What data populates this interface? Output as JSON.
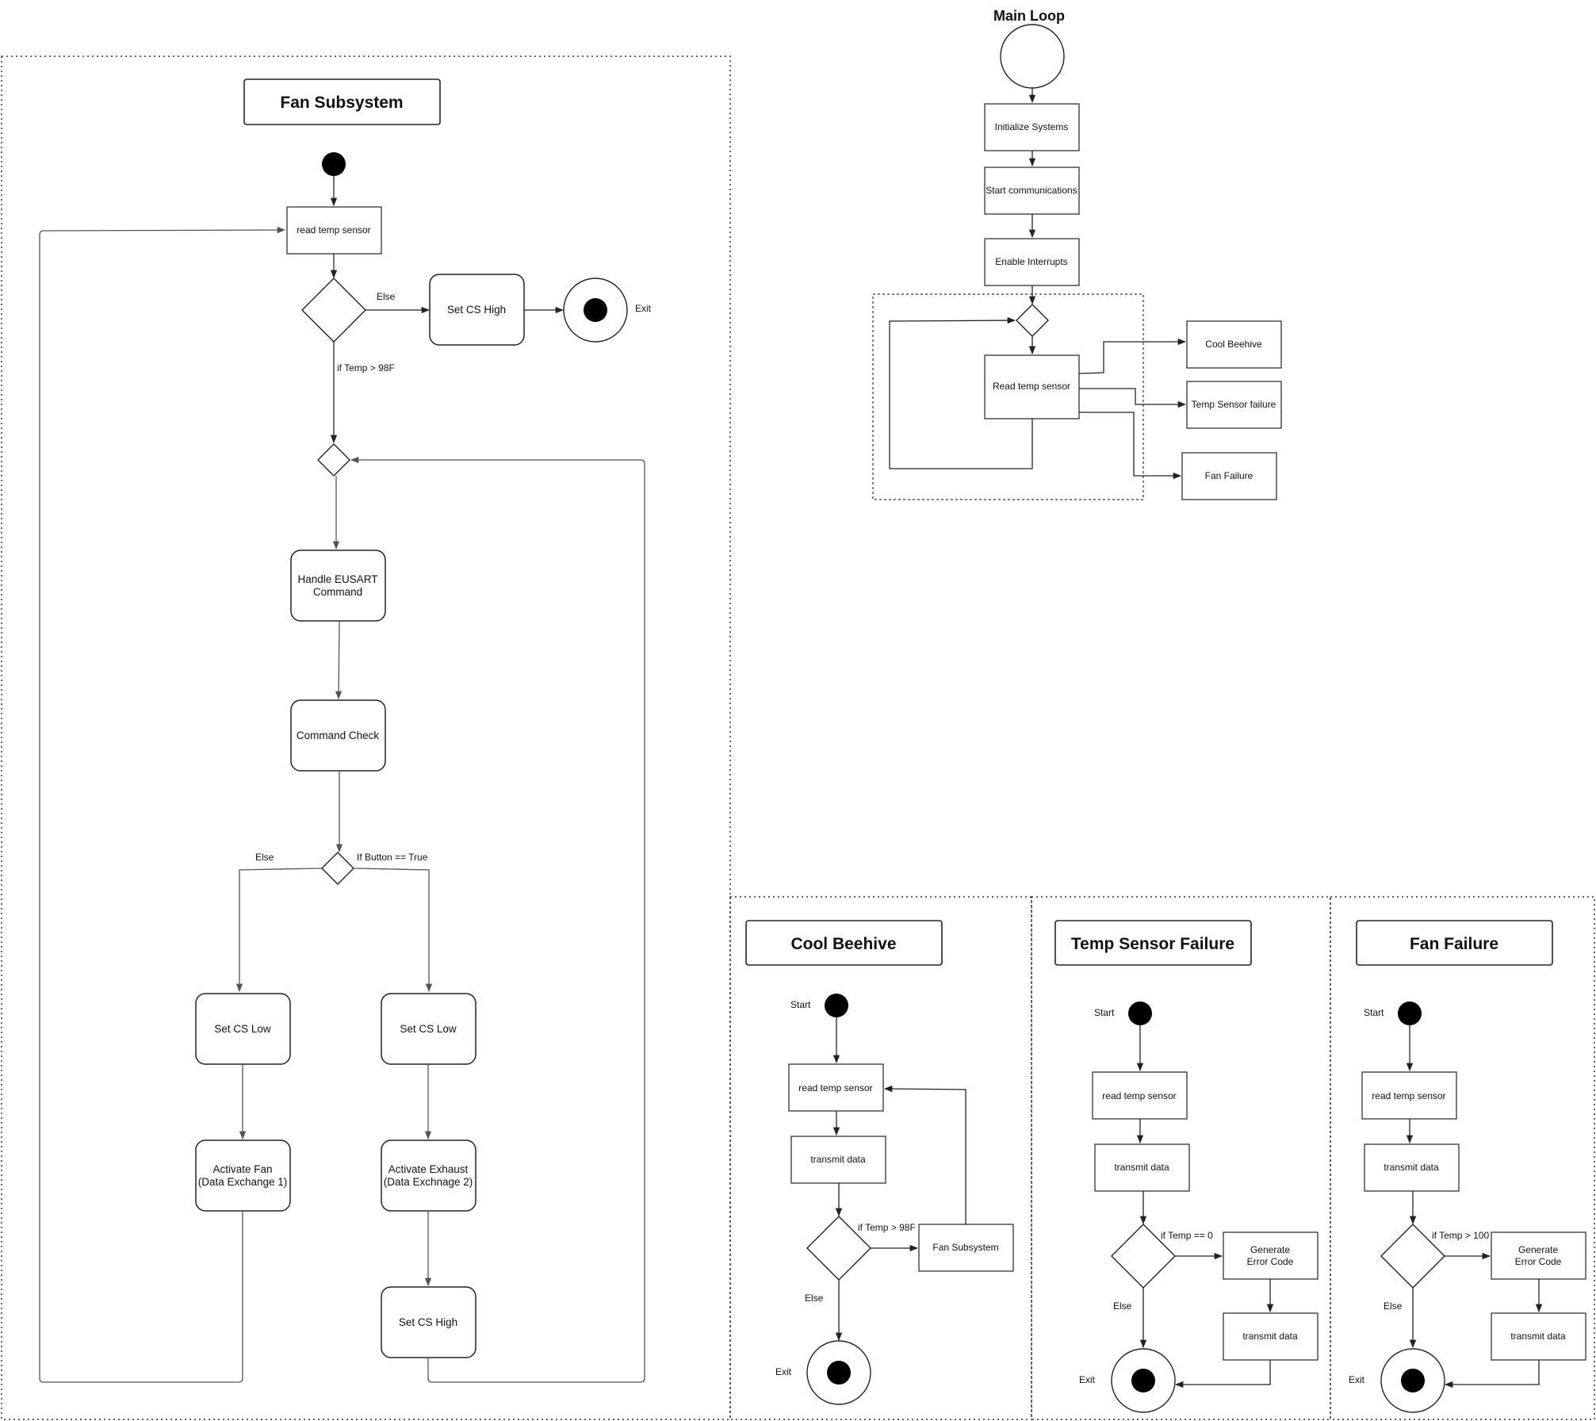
{
  "fan_subsystem": {
    "title": "Fan Subsystem",
    "read_temp": "read temp sensor",
    "else_label": "Else",
    "set_cs_high_top": "Set CS High",
    "exit_label": "Exit",
    "cond_temp": "if Temp > 98F",
    "handle_eusart_1": "Handle EUSART",
    "handle_eusart_2": "Command",
    "command_check": "Command Check",
    "else_label_2": "Else",
    "cond_button": "If Button == True",
    "set_cs_low_left": "Set CS Low",
    "set_cs_low_right": "Set CS Low",
    "activate_fan_1": "Activate Fan",
    "activate_fan_2": "(Data Exchange 1)",
    "activate_exhaust_1": "Activate Exhaust",
    "activate_exhaust_2": "(Data Exchnage 2)",
    "set_cs_high_bottom": "Set CS High"
  },
  "main_loop": {
    "title": "Main Loop",
    "init": "Initialize Systems",
    "start_comm": "Start communications",
    "enable_int": "Enable Interrupts",
    "read_temp": "Read temp sensor",
    "cool_beehive": "Cool Beehive",
    "temp_sensor_failure": "Temp Sensor failure",
    "fan_failure": "Fan Failure"
  },
  "cool_beehive": {
    "title": "Cool Beehive",
    "start": "Start",
    "read_temp": "read temp sensor",
    "transmit": "transmit data",
    "cond": "if Temp > 98F",
    "fan_subsystem": "Fan Subsystem",
    "else_label": "Else",
    "exit_label": "Exit"
  },
  "temp_sensor_failure": {
    "title": "Temp Sensor Failure",
    "start": "Start",
    "read_temp": "read temp sensor",
    "transmit": "transmit data",
    "cond": "if Temp == 0",
    "gen_1": "Generate",
    "gen_2": "Error Code",
    "transmit_2": "transmit data",
    "else_label": "Else",
    "exit_label": "Exit"
  },
  "fan_failure": {
    "title": "Fan Failure",
    "start": "Start",
    "read_temp": "read temp sensor",
    "transmit": "transmit data",
    "cond": "if Temp > 100",
    "gen_1": "Generate",
    "gen_2": "Error Code",
    "transmit_2": "transmit data",
    "else_label": "Else",
    "exit_label": "Exit"
  }
}
